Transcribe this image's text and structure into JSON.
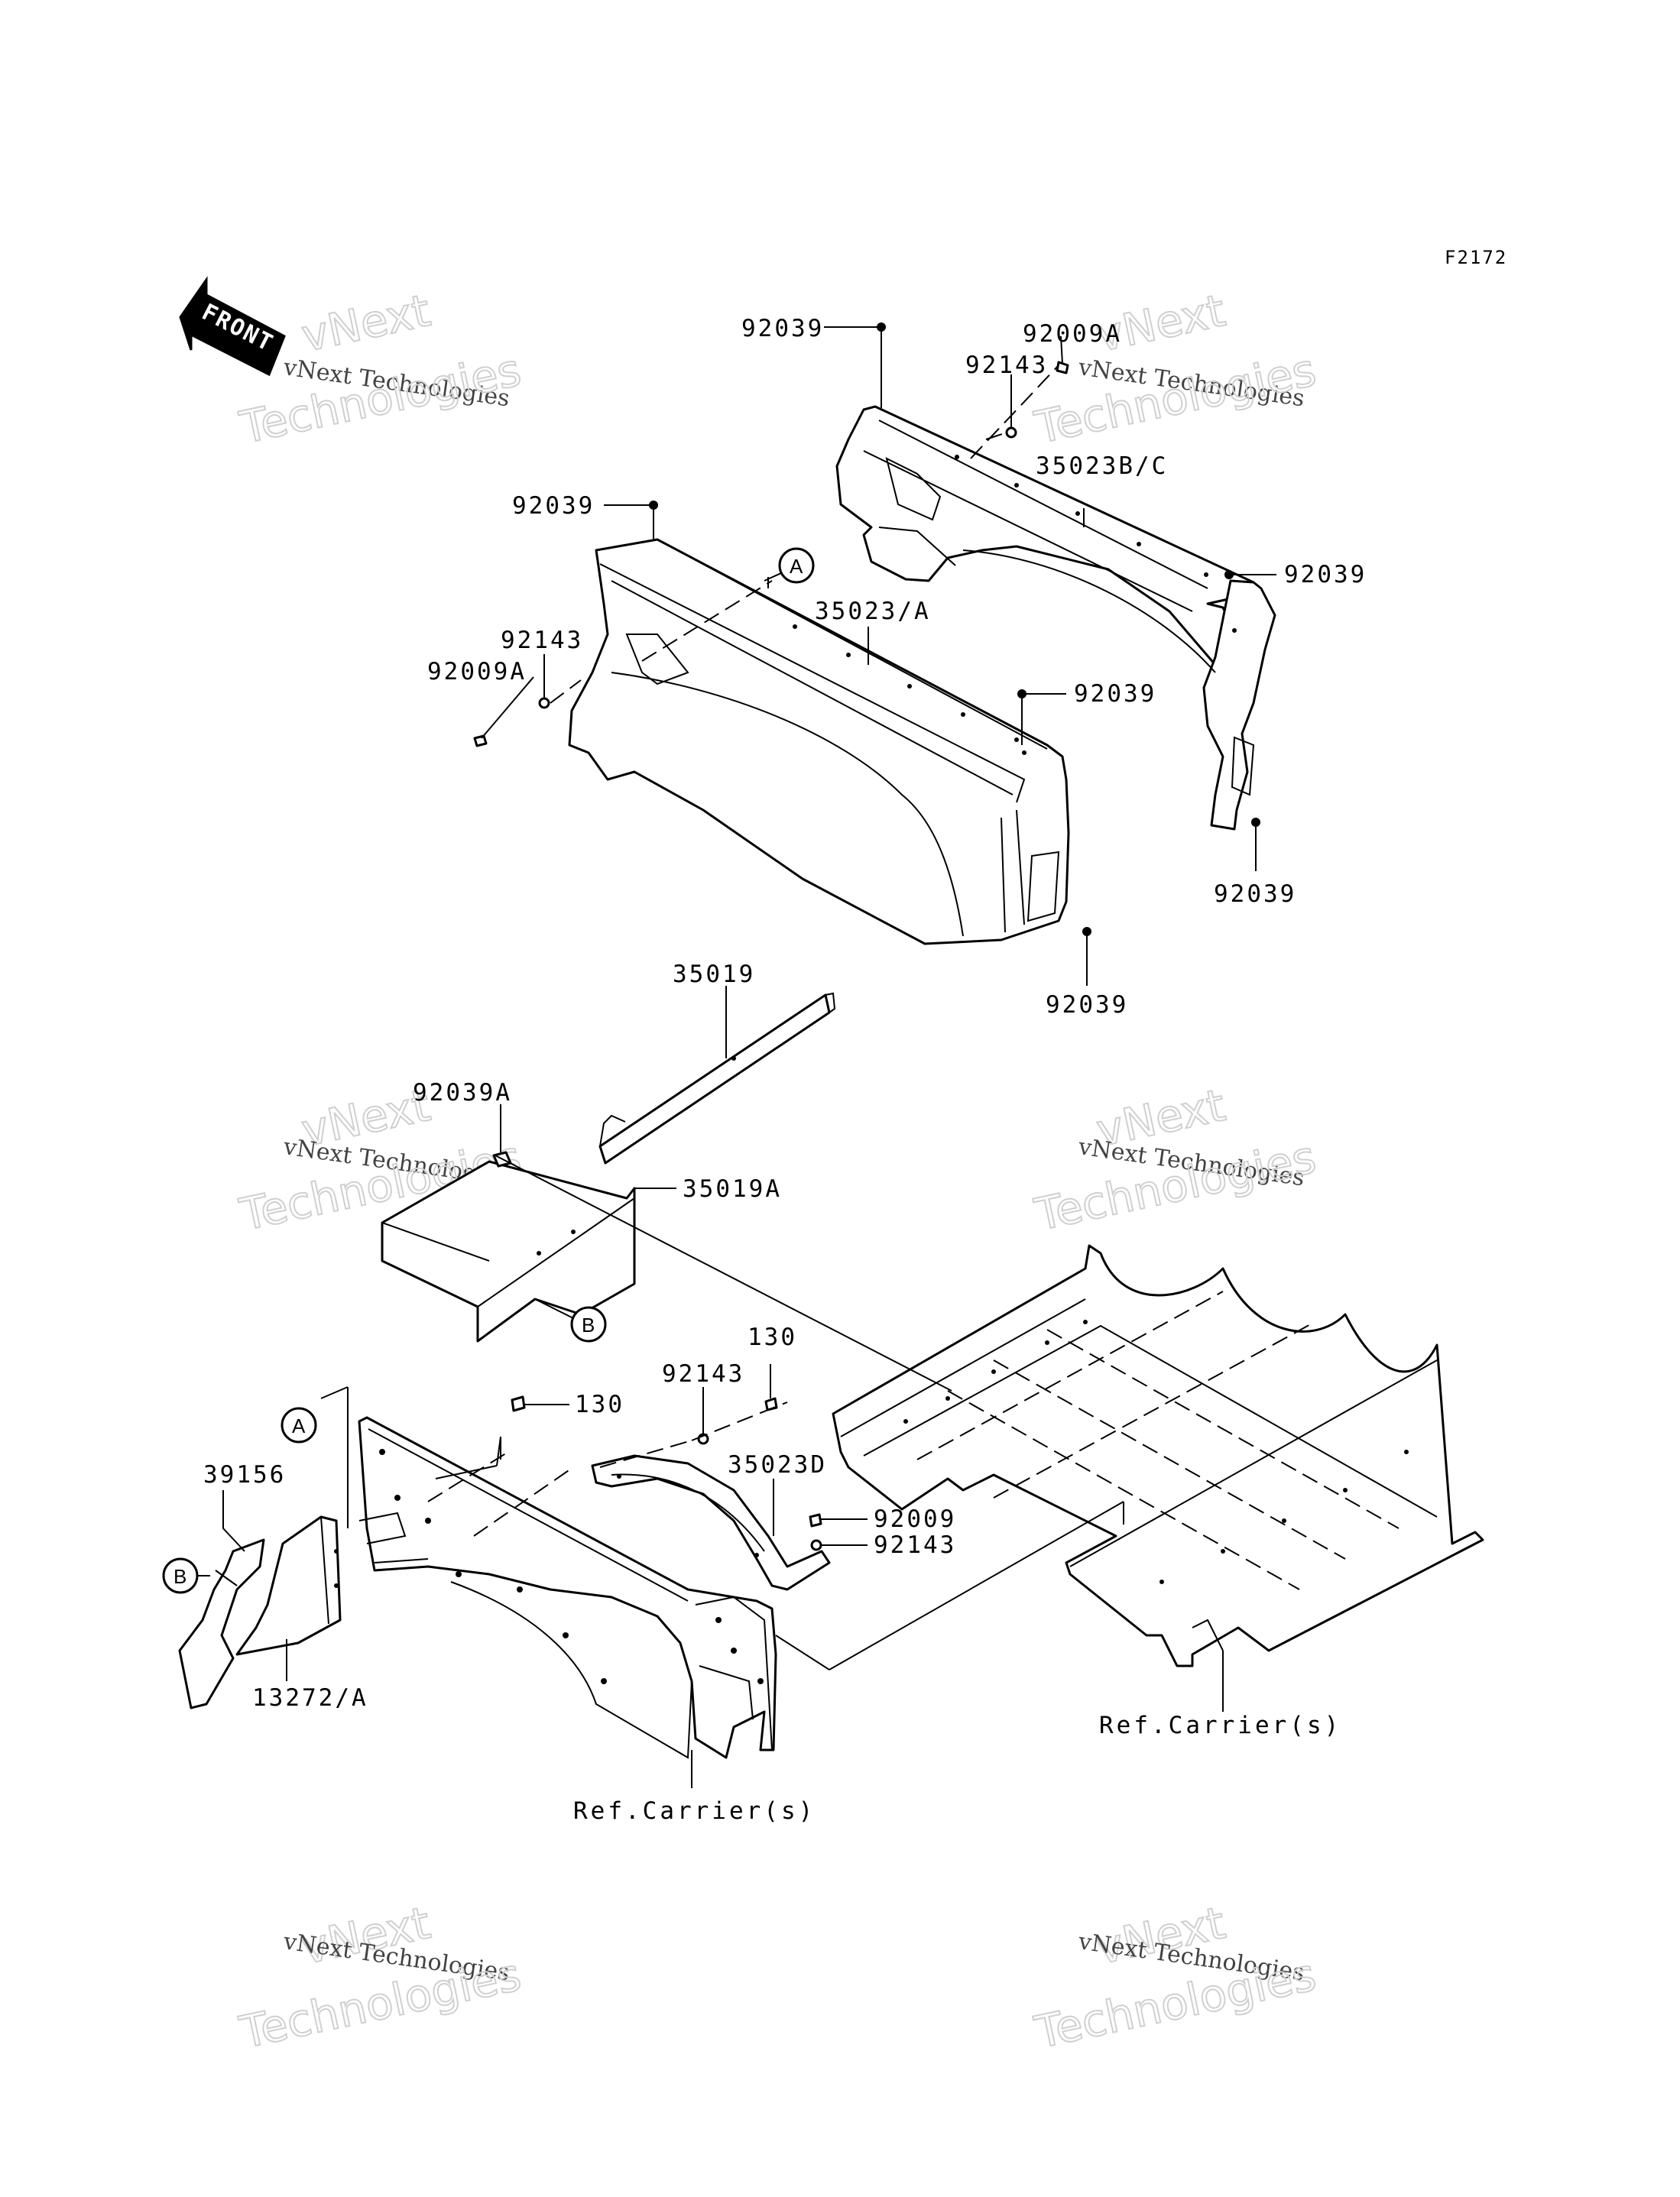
{
  "figure_id": "F2172",
  "front_arrow_label": "FRONT",
  "watermark": {
    "line1": "vNext",
    "line2": "vNext Technologies",
    "line3": "Technologies"
  },
  "callouts": {
    "a": "A",
    "b": "B"
  },
  "part_labels": {
    "p92039_rear_top": "92039",
    "p92009a_rear": "92009A",
    "p92143_rear": "92143",
    "p35023bc": "35023B/C",
    "p92039_rear_right": "92039",
    "p92039_rear_bottom": "92039",
    "p92039_front_top": "92039",
    "p35023a": "35023/A",
    "p92143_front": "92143",
    "p92009a_front": "92009A",
    "p92039_front_right": "92039",
    "p92039_front_bottom": "92039",
    "p35019": "35019",
    "p92039a": "92039A",
    "p35019a": "35019A",
    "p130_right": "130",
    "p92143_mid": "92143",
    "p130_left": "130",
    "p35023d": "35023D",
    "p92009": "92009",
    "p92143_low": "92143",
    "p39156": "39156",
    "p13272a": "13272/A"
  },
  "ref_labels": {
    "ref_left": "Ref.Carrier(s)",
    "ref_right": "Ref.Carrier(s)"
  }
}
